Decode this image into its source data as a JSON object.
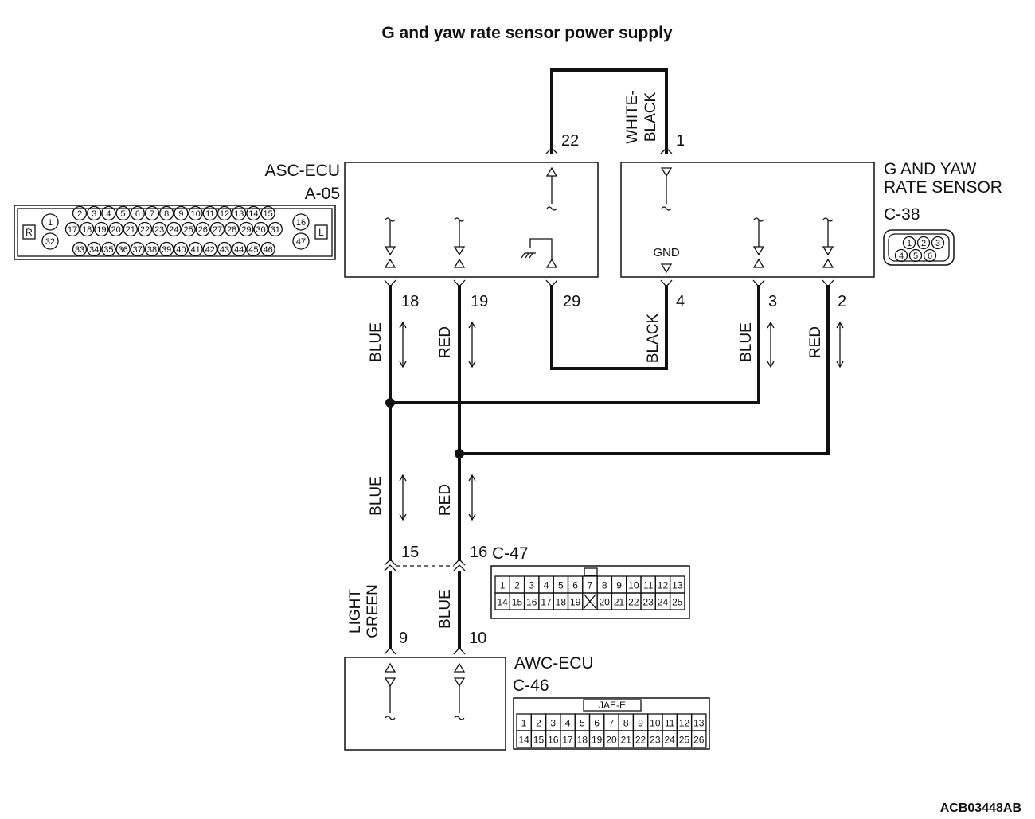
{
  "title": "G and yaw rate sensor power supply",
  "diagram_code": "ACB03448AB",
  "components": {
    "asc_ecu": {
      "name": "ASC-ECU",
      "connector": "A-05"
    },
    "g_yaw_sensor": {
      "name_line1": "G AND YAW",
      "name_line2": "RATE SENSOR",
      "connector": "C-38",
      "gnd": "GND"
    },
    "awc_ecu": {
      "name": "AWC-ECU",
      "connector": "C-46"
    },
    "junction": {
      "connector": "C-47"
    }
  },
  "pins": {
    "asc_22": "22",
    "asc_18": "18",
    "asc_19": "19",
    "asc_29": "29",
    "sensor_1": "1",
    "sensor_4": "4",
    "sensor_3": "3",
    "sensor_2": "2",
    "c47_15": "15",
    "c47_16": "16",
    "awc_9": "9",
    "awc_10": "10"
  },
  "wire_colors": {
    "white_black_1": "WHITE-",
    "white_black_2": "BLACK",
    "black": "BLACK",
    "blue": "BLUE",
    "red": "RED",
    "light_green_1": "LIGHT",
    "light_green_2": "GREEN"
  },
  "connector_a05": {
    "left_tag": "R",
    "right_tag": "L",
    "left_top": "1",
    "left_bottom": "32",
    "right_top": "16",
    "right_bottom": "47",
    "row1": [
      "2",
      "3",
      "4",
      "5",
      "6",
      "7",
      "8",
      "9",
      "10",
      "11",
      "12",
      "13",
      "14",
      "15"
    ],
    "row2": [
      "17",
      "18",
      "19",
      "20",
      "21",
      "22",
      "23",
      "24",
      "25",
      "26",
      "27",
      "28",
      "29",
      "30",
      "31"
    ],
    "row3": [
      "33",
      "34",
      "35",
      "36",
      "37",
      "38",
      "39",
      "40",
      "41",
      "42",
      "43",
      "44",
      "45",
      "46"
    ]
  },
  "connector_c38": {
    "row1": [
      "1",
      "2",
      "3"
    ],
    "row2": [
      "4",
      "5",
      "6"
    ]
  },
  "connector_c47": {
    "row1": [
      "1",
      "2",
      "3",
      "4",
      "5",
      "6",
      "7",
      "8",
      "9",
      "10",
      "11",
      "12",
      "13"
    ],
    "row2": [
      "14",
      "15",
      "16",
      "17",
      "18",
      "19",
      "",
      "20",
      "21",
      "22",
      "23",
      "24",
      "25"
    ]
  },
  "connector_c46": {
    "tag": "JAE-E",
    "row1": [
      "1",
      "2",
      "3",
      "4",
      "5",
      "6",
      "7",
      "8",
      "9",
      "10",
      "11",
      "12",
      "13"
    ],
    "row2": [
      "14",
      "15",
      "16",
      "17",
      "18",
      "19",
      "20",
      "21",
      "22",
      "23",
      "24",
      "25",
      "26"
    ]
  }
}
